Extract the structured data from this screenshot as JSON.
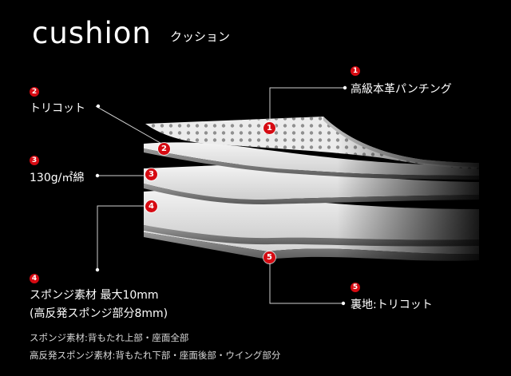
{
  "title": "cushion",
  "subtitle": "クッション",
  "callouts": [
    {
      "num": "1",
      "text": "高級本革パンチング"
    },
    {
      "num": "2",
      "text": "トリコット"
    },
    {
      "num": "3",
      "text": "130g/㎡綿"
    },
    {
      "num": "4",
      "text": "スポンジ素材 最大10mm",
      "text2": "(高反発スポンジ部分8mm)"
    },
    {
      "num": "5",
      "text": "裏地:トリコット"
    }
  ],
  "notes": [
    "スポンジ素材:背もたれ上部・座面全部",
    "高反発スポンジ素材:背もたれ下部・座面後部・ウイング部分"
  ],
  "colors": {
    "background": "#000000",
    "badge": "#d60a12",
    "layer": "#e9e9e9",
    "text": "#ffffff"
  }
}
